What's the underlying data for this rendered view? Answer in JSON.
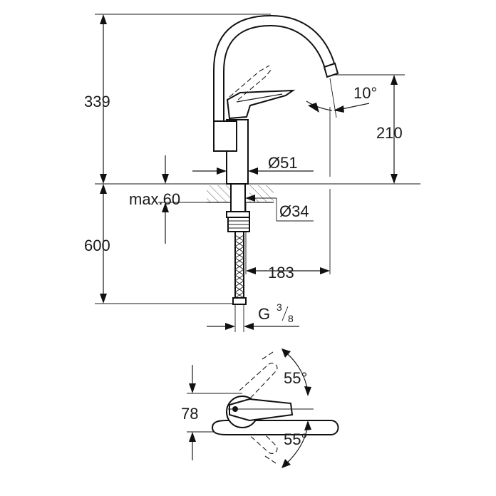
{
  "dimensions": {
    "total_height": "339",
    "outlet_height": "210",
    "spout_angle": "10°",
    "base_diameter": "Ø51",
    "max_deck_thickness": "max.60",
    "hole_diameter": "Ø34",
    "hose_length": "600",
    "spout_reach": "183",
    "connection_thread": "G",
    "connection_thread_fraction_top": "3",
    "connection_thread_fraction_bottom": "8",
    "handle_height": "78",
    "rotation_angle_top": "55°",
    "rotation_angle_bottom": "55°"
  },
  "colors": {
    "line": "#1a1a1a",
    "background": "#ffffff"
  }
}
